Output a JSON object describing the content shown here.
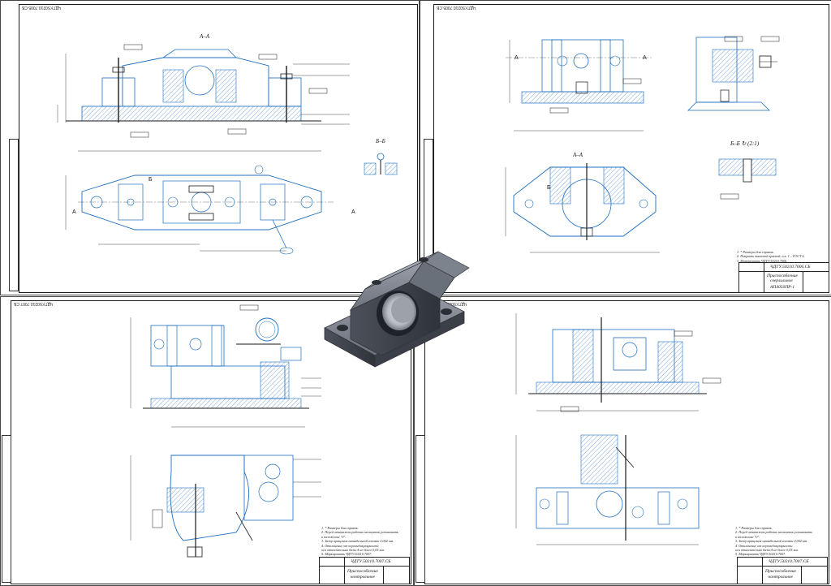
{
  "sheets": [
    {
      "id": "sheet-tl",
      "stamp": "ЧДТУ.50210.7005.СБ",
      "section_title": "А–А",
      "section2_title": "Б–Б",
      "marks": {
        "a_left": "А",
        "a_right": "А",
        "b": "Б"
      }
    },
    {
      "id": "sheet-tr",
      "stamp": "ЧДТУ.50210.7005.СБ",
      "section_title": "А–А",
      "section2_title": "Б–Б ↻ (2:1)",
      "marks": {
        "a_left": "А",
        "a_right": "А",
        "b": "Б"
      },
      "notes": [
        "1. * Размеры для справок.",
        "2. Покрыть эмалевой краской, п.к. 1 – ГОСТ 6.",
        "3. Маркировать ЧДТУ.50210.7006."
      ],
      "title_block": {
        "code": "ЧДТУ.50210.7006.СБ",
        "name_line1": "Приспособление",
        "name_line2": "сверлильное",
        "group": "АП4050ПР-1"
      }
    },
    {
      "id": "sheet-bl",
      "stamp": "ЧДТУ.50210.7007.СБ",
      "notes": [
        "1. * Размеры для справок.",
        "2. Перед монтажом рабочих элементов установить",
        "   в положение \"0\".",
        "3. Зазор вращения шпиндельной головки 0,002 мм.",
        "4. Отклонение от перпендикулярности",
        "   оси относительно базы А не более 0,05 мм.",
        "5. Маркировать ЧДТУ.50210.7007."
      ],
      "title_block": {
        "code": "ЧДТУ.50210.7007.СБ",
        "name_line1": "Приспособление",
        "name_line2": "контрольное"
      }
    },
    {
      "id": "sheet-br",
      "stamp": "ЧДТУ.50210.7007.СБ",
      "notes": [
        "1. * Размеры для справок.",
        "2. Перед монтажом рабочих элементов установить",
        "   в положение \"0\".",
        "3. Зазор вращения шпиндельной головки 0,002 мм.",
        "4. Отклонение от перпендикулярности",
        "   оси относительно базы А не более 0,05 мм.",
        "5. Маркировать ЧДТУ.50210.7007."
      ],
      "title_block": {
        "code": "ЧДТУ.50210.7007.СБ",
        "name_line1": "Приспособление",
        "name_line2": "контрольное"
      }
    }
  ],
  "colors": {
    "line_blue": "#1f6fbf",
    "line_dark": "#1a1a1a",
    "model_shade": "#5a5f6a"
  },
  "icons": {
    "part_model": "bearing-housing-3d-icon"
  }
}
